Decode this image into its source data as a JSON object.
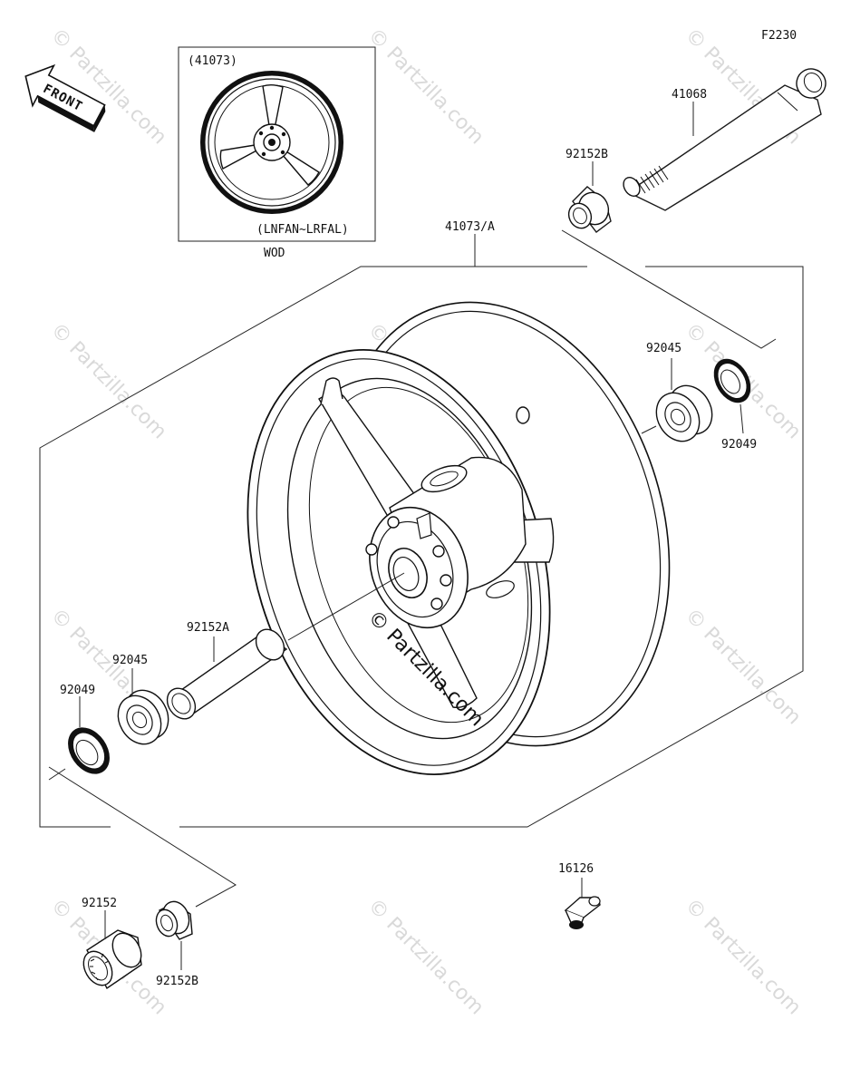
{
  "diagram_code": "F2230",
  "front_label": "FRONT",
  "inset": {
    "ref": "(41073)",
    "range": "(LNFAN~LRFAL)",
    "note": "WOD"
  },
  "callouts": {
    "axle": "41068",
    "collar_top": "92152B",
    "wheel": "41073/A",
    "bearing_right": "92045",
    "seal_right": "92049",
    "spacer": "92152A",
    "bearing_left": "92045",
    "seal_left": "92049",
    "collar_left": "92152",
    "collar_bottom": "92152B",
    "valve": "16126"
  },
  "watermark": {
    "text": "© Partzilla.com"
  }
}
